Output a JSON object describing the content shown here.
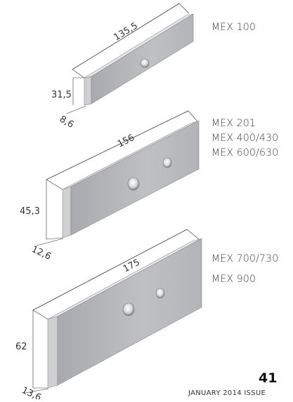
{
  "blocks": [
    {
      "models": [
        "MEX 100"
      ],
      "dims": {
        "length": "135,5",
        "height": "31,5",
        "depth": "8,6"
      }
    },
    {
      "models": [
        "MEX 201",
        "MEX 400/430",
        "MEX 600/630"
      ],
      "dims": {
        "length": "156",
        "height": "45,3",
        "depth": "12,6"
      }
    },
    {
      "models": [
        "MEX 700/730",
        "MEX 900"
      ],
      "dims": {
        "length": "175",
        "height": "62",
        "depth": "13,6"
      }
    }
  ],
  "footer": {
    "page_number": "41",
    "issue": "JANUARY 2014 ISSUE"
  },
  "colors": {
    "face": "#b9b9be",
    "face_dark": "#9fa0a6",
    "top": "#e6e6e8",
    "side": "#cfcfd2",
    "line": "#333333"
  }
}
